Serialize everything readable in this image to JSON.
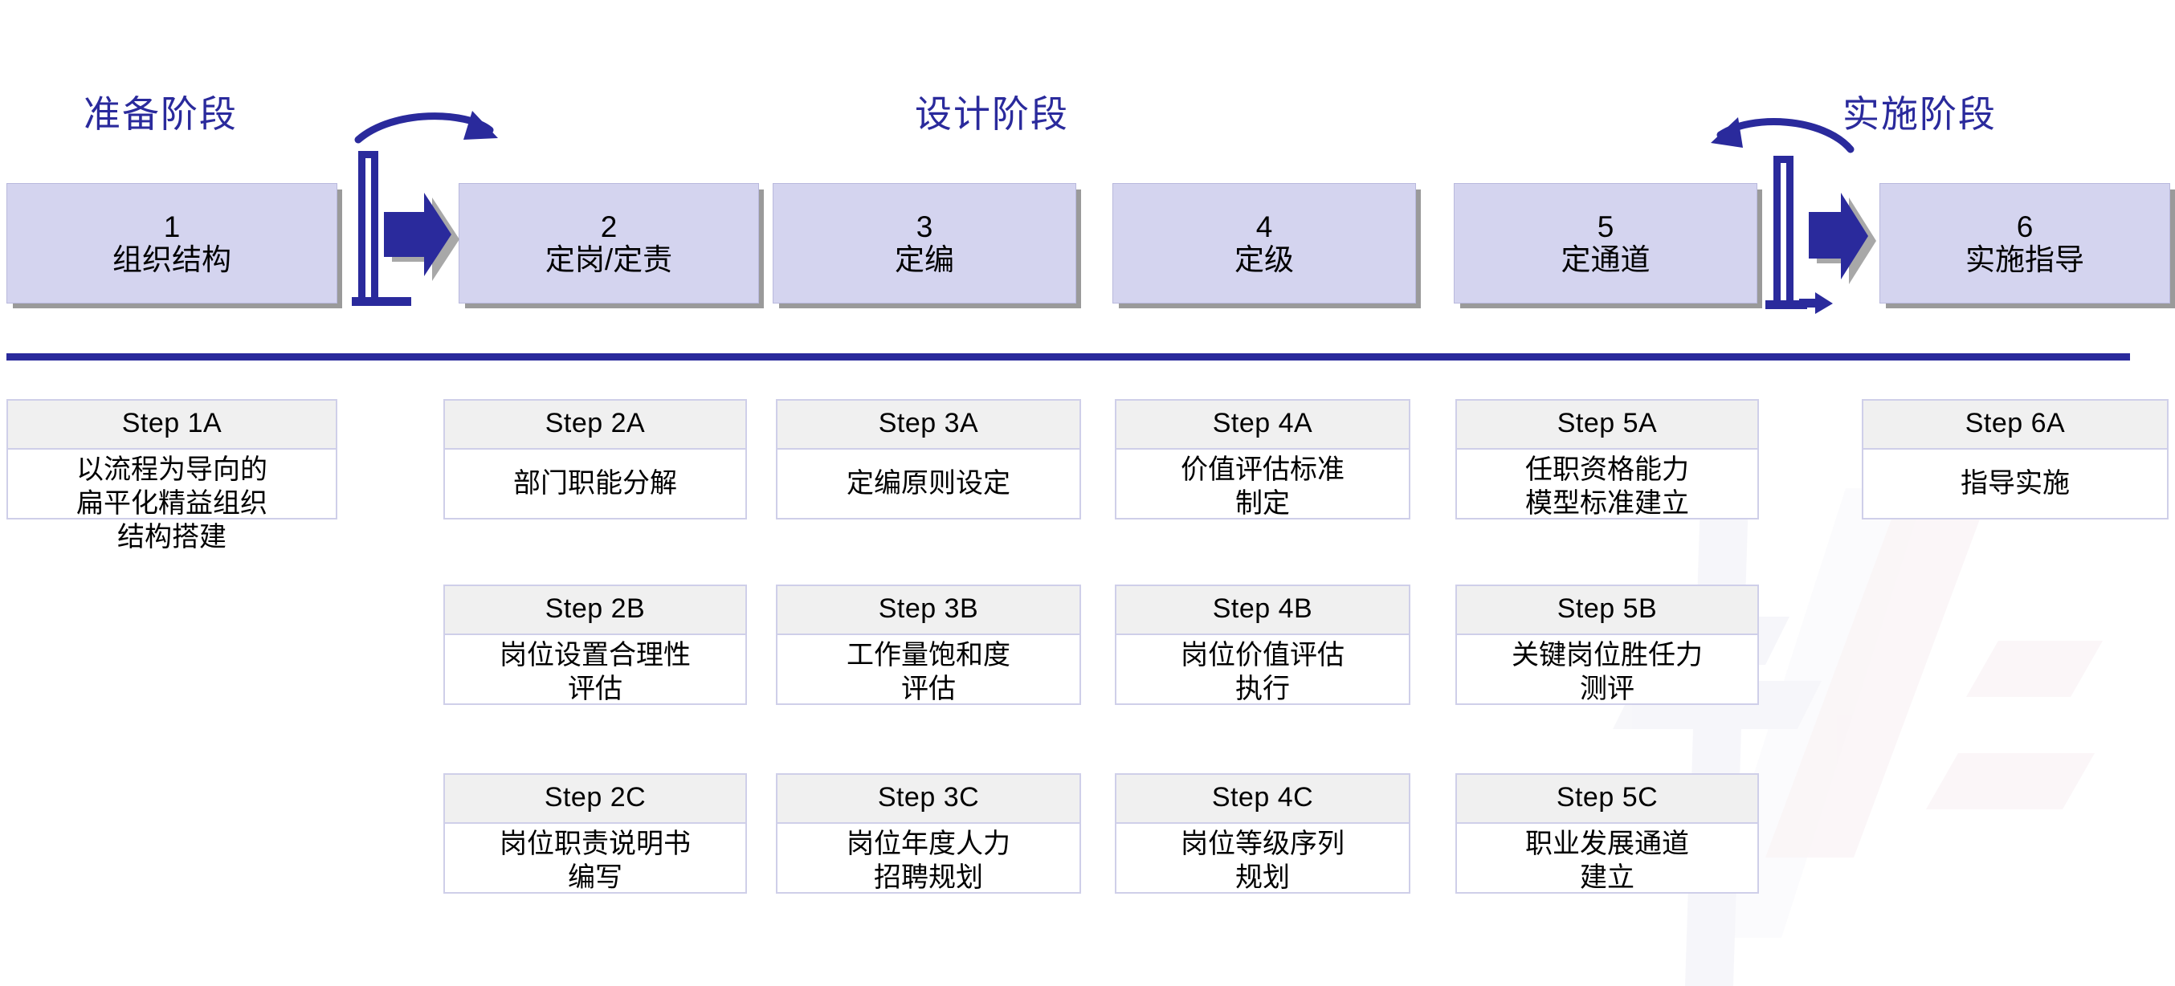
{
  "colors": {
    "accent_blue": "#2a2a9c",
    "stage_fill": "#d4d4ef",
    "stage_border": "#b9b9dd",
    "shadow_gray": "#9a9a9a",
    "card_border": "#cfcfe9",
    "card_header_fill": "#f0f0f0",
    "card_body_fill": "#ffffff",
    "page_background": "#ffffff"
  },
  "phases": [
    {
      "label": "准备阶段",
      "id": "preparation"
    },
    {
      "label": "设计阶段",
      "id": "design"
    },
    {
      "label": "实施阶段",
      "id": "implementation"
    }
  ],
  "stages": [
    {
      "number": "1",
      "label": "组织结构"
    },
    {
      "number": "2",
      "label": "定岗/定责"
    },
    {
      "number": "3",
      "label": "定编"
    },
    {
      "number": "4",
      "label": "定级"
    },
    {
      "number": "5",
      "label": "定通道"
    },
    {
      "number": "6",
      "label": "实施指导"
    }
  ],
  "transitions": [
    {
      "id": "transition-1-to-2",
      "curve_direction": "right",
      "arrow_icon": "arrow-right-icon"
    },
    {
      "id": "transition-5-to-6",
      "curve_direction": "left",
      "arrow_icon": "arrow-right-icon"
    }
  ],
  "columns": [
    {
      "id": "column-1",
      "cards": [
        {
          "title": "Step 1A",
          "text": "以流程为导向的\n扁平化精益组织\n结构搭建"
        }
      ]
    },
    {
      "id": "column-2",
      "cards": [
        {
          "title": "Step 2A",
          "text": "部门职能分解"
        },
        {
          "title": "Step 2B",
          "text": "岗位设置合理性\n评估"
        },
        {
          "title": "Step 2C",
          "text": "岗位职责说明书\n编写"
        }
      ]
    },
    {
      "id": "column-3",
      "cards": [
        {
          "title": "Step 3A",
          "text": "定编原则设定"
        },
        {
          "title": "Step 3B",
          "text": "工作量饱和度\n评估"
        },
        {
          "title": "Step 3C",
          "text": "岗位年度人力\n招聘规划"
        }
      ]
    },
    {
      "id": "column-4",
      "cards": [
        {
          "title": "Step 4A",
          "text": "价值评估标准\n制定"
        },
        {
          "title": "Step 4B",
          "text": "岗位价值评估\n执行"
        },
        {
          "title": "Step 4C",
          "text": "岗位等级序列\n规划"
        }
      ]
    },
    {
      "id": "column-5",
      "cards": [
        {
          "title": "Step 5A",
          "text": "任职资格能力\n模型标准建立"
        },
        {
          "title": "Step 5B",
          "text": "关键岗位胜任力\n测评"
        },
        {
          "title": "Step 5C",
          "text": "职业发展通道\n建立"
        }
      ]
    },
    {
      "id": "column-6",
      "cards": [
        {
          "title": "Step 6A",
          "text": "指导实施"
        }
      ]
    }
  ]
}
